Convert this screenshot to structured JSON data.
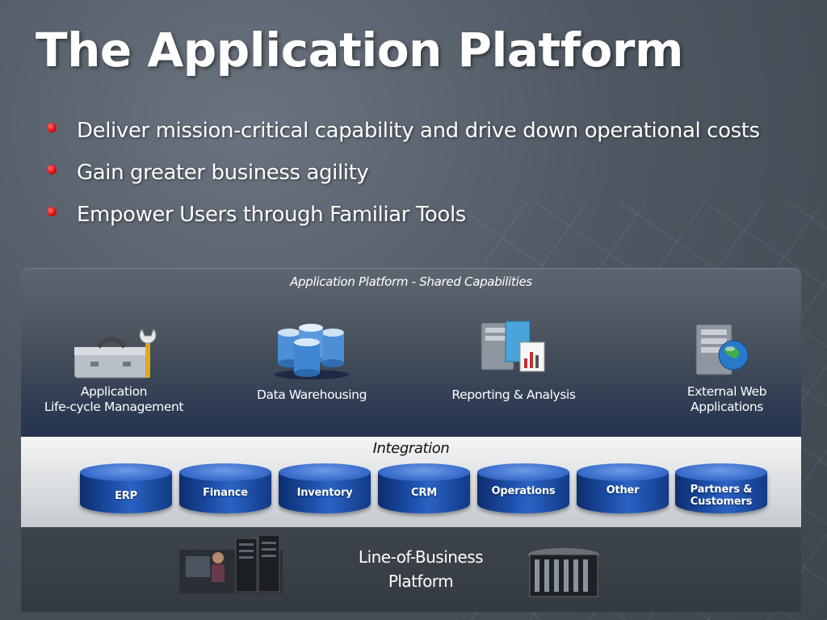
{
  "slide": {
    "title": "The Application Platform",
    "bullets": [
      "Deliver mission-critical capability and drive down operational costs",
      "Gain greater business agility",
      "Empower Users through Familiar Tools"
    ]
  },
  "diagram": {
    "shared_caption": "Application Platform - Shared Capabilities",
    "capabilities": [
      {
        "line1": "Application",
        "line2": "Life-cycle Management",
        "icon": "toolbox-icon"
      },
      {
        "line1": "Data Warehousing",
        "line2": "",
        "icon": "database-stack-icon"
      },
      {
        "line1": "Reporting & Analysis",
        "line2": "",
        "icon": "server-report-icon"
      },
      {
        "line1": "External Web",
        "line2": "Applications",
        "icon": "server-globe-icon"
      }
    ],
    "integration_title": "Integration",
    "systems": [
      {
        "line1": "ERP",
        "line2": ""
      },
      {
        "line1": "Finance",
        "line2": ""
      },
      {
        "line1": "Inventory",
        "line2": ""
      },
      {
        "line1": "CRM",
        "line2": ""
      },
      {
        "line1": "Operations",
        "line2": ""
      },
      {
        "line1": "Other",
        "line2": ""
      },
      {
        "line1": "Partners &",
        "line2": "Customers"
      }
    ],
    "lob_line1": "Line-of-Business",
    "lob_line2": "Platform",
    "colors": {
      "bullet": "#d10000",
      "cylinder": "#1c4ea8",
      "integration_band": "#d9dcdf"
    }
  }
}
